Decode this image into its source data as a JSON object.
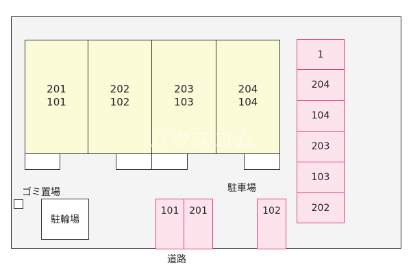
{
  "units": [
    {
      "upper": "201",
      "lower": "101"
    },
    {
      "upper": "202",
      "lower": "102"
    },
    {
      "upper": "203",
      "lower": "103"
    },
    {
      "upper": "204",
      "lower": "104"
    }
  ],
  "watermark": "ハウスコム",
  "labels": {
    "trash": "ゴミ置場",
    "bicycle_parking": "駐輪場",
    "parking": "駐車場",
    "road": "道路"
  },
  "parking_right": [
    "1",
    "204",
    "104",
    "203",
    "103",
    "202"
  ],
  "parking_bottom": [
    "101",
    "201",
    "102"
  ],
  "colors": {
    "building_fill": "#fbfbd8",
    "parking_fill": "#fde3ec",
    "parking_border": "#e0406a",
    "site_fill": "#f4f4f4"
  }
}
